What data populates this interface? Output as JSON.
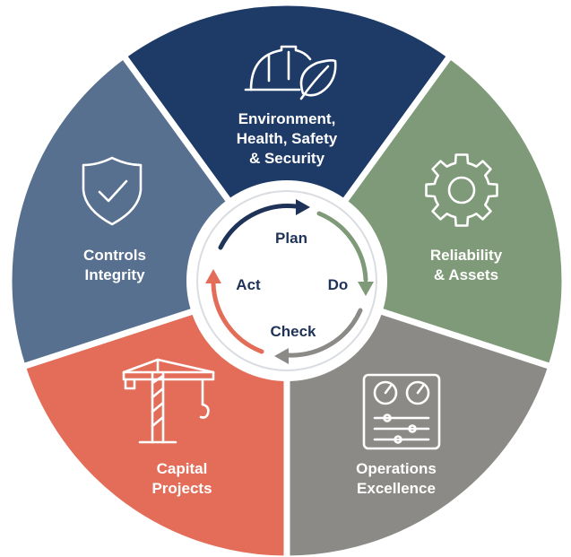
{
  "segments": [
    {
      "id": "ehs",
      "lines": [
        "Environment,",
        "Health, Safety",
        "& Security"
      ],
      "color": "#1e3a66",
      "icon": "hardhat-leaf-icon"
    },
    {
      "id": "reliability",
      "lines": [
        "Reliability",
        "& Assets"
      ],
      "color": "#7f9a78",
      "icon": "gear-icon"
    },
    {
      "id": "operations",
      "lines": [
        "Operations",
        "Excellence"
      ],
      "color": "#8c8a86",
      "icon": "control-panel-icon"
    },
    {
      "id": "capital",
      "lines": [
        "Capital",
        "Projects"
      ],
      "color": "#e36d58",
      "icon": "crane-icon"
    },
    {
      "id": "controls",
      "lines": [
        "Controls",
        "Integrity"
      ],
      "color": "#58708f",
      "icon": "shield-check-icon"
    }
  ],
  "cycle": {
    "plan": "Plan",
    "do": "Do",
    "check": "Check",
    "act": "Act",
    "colors": {
      "plan": "#1e3357",
      "do": "#7f9a78",
      "check": "#8c8a86",
      "act": "#e36d58",
      "text": "#1e3357"
    }
  },
  "colors": {
    "separator": "#ffffff",
    "hub": "#ffffff",
    "ring": "#d9dce1"
  }
}
